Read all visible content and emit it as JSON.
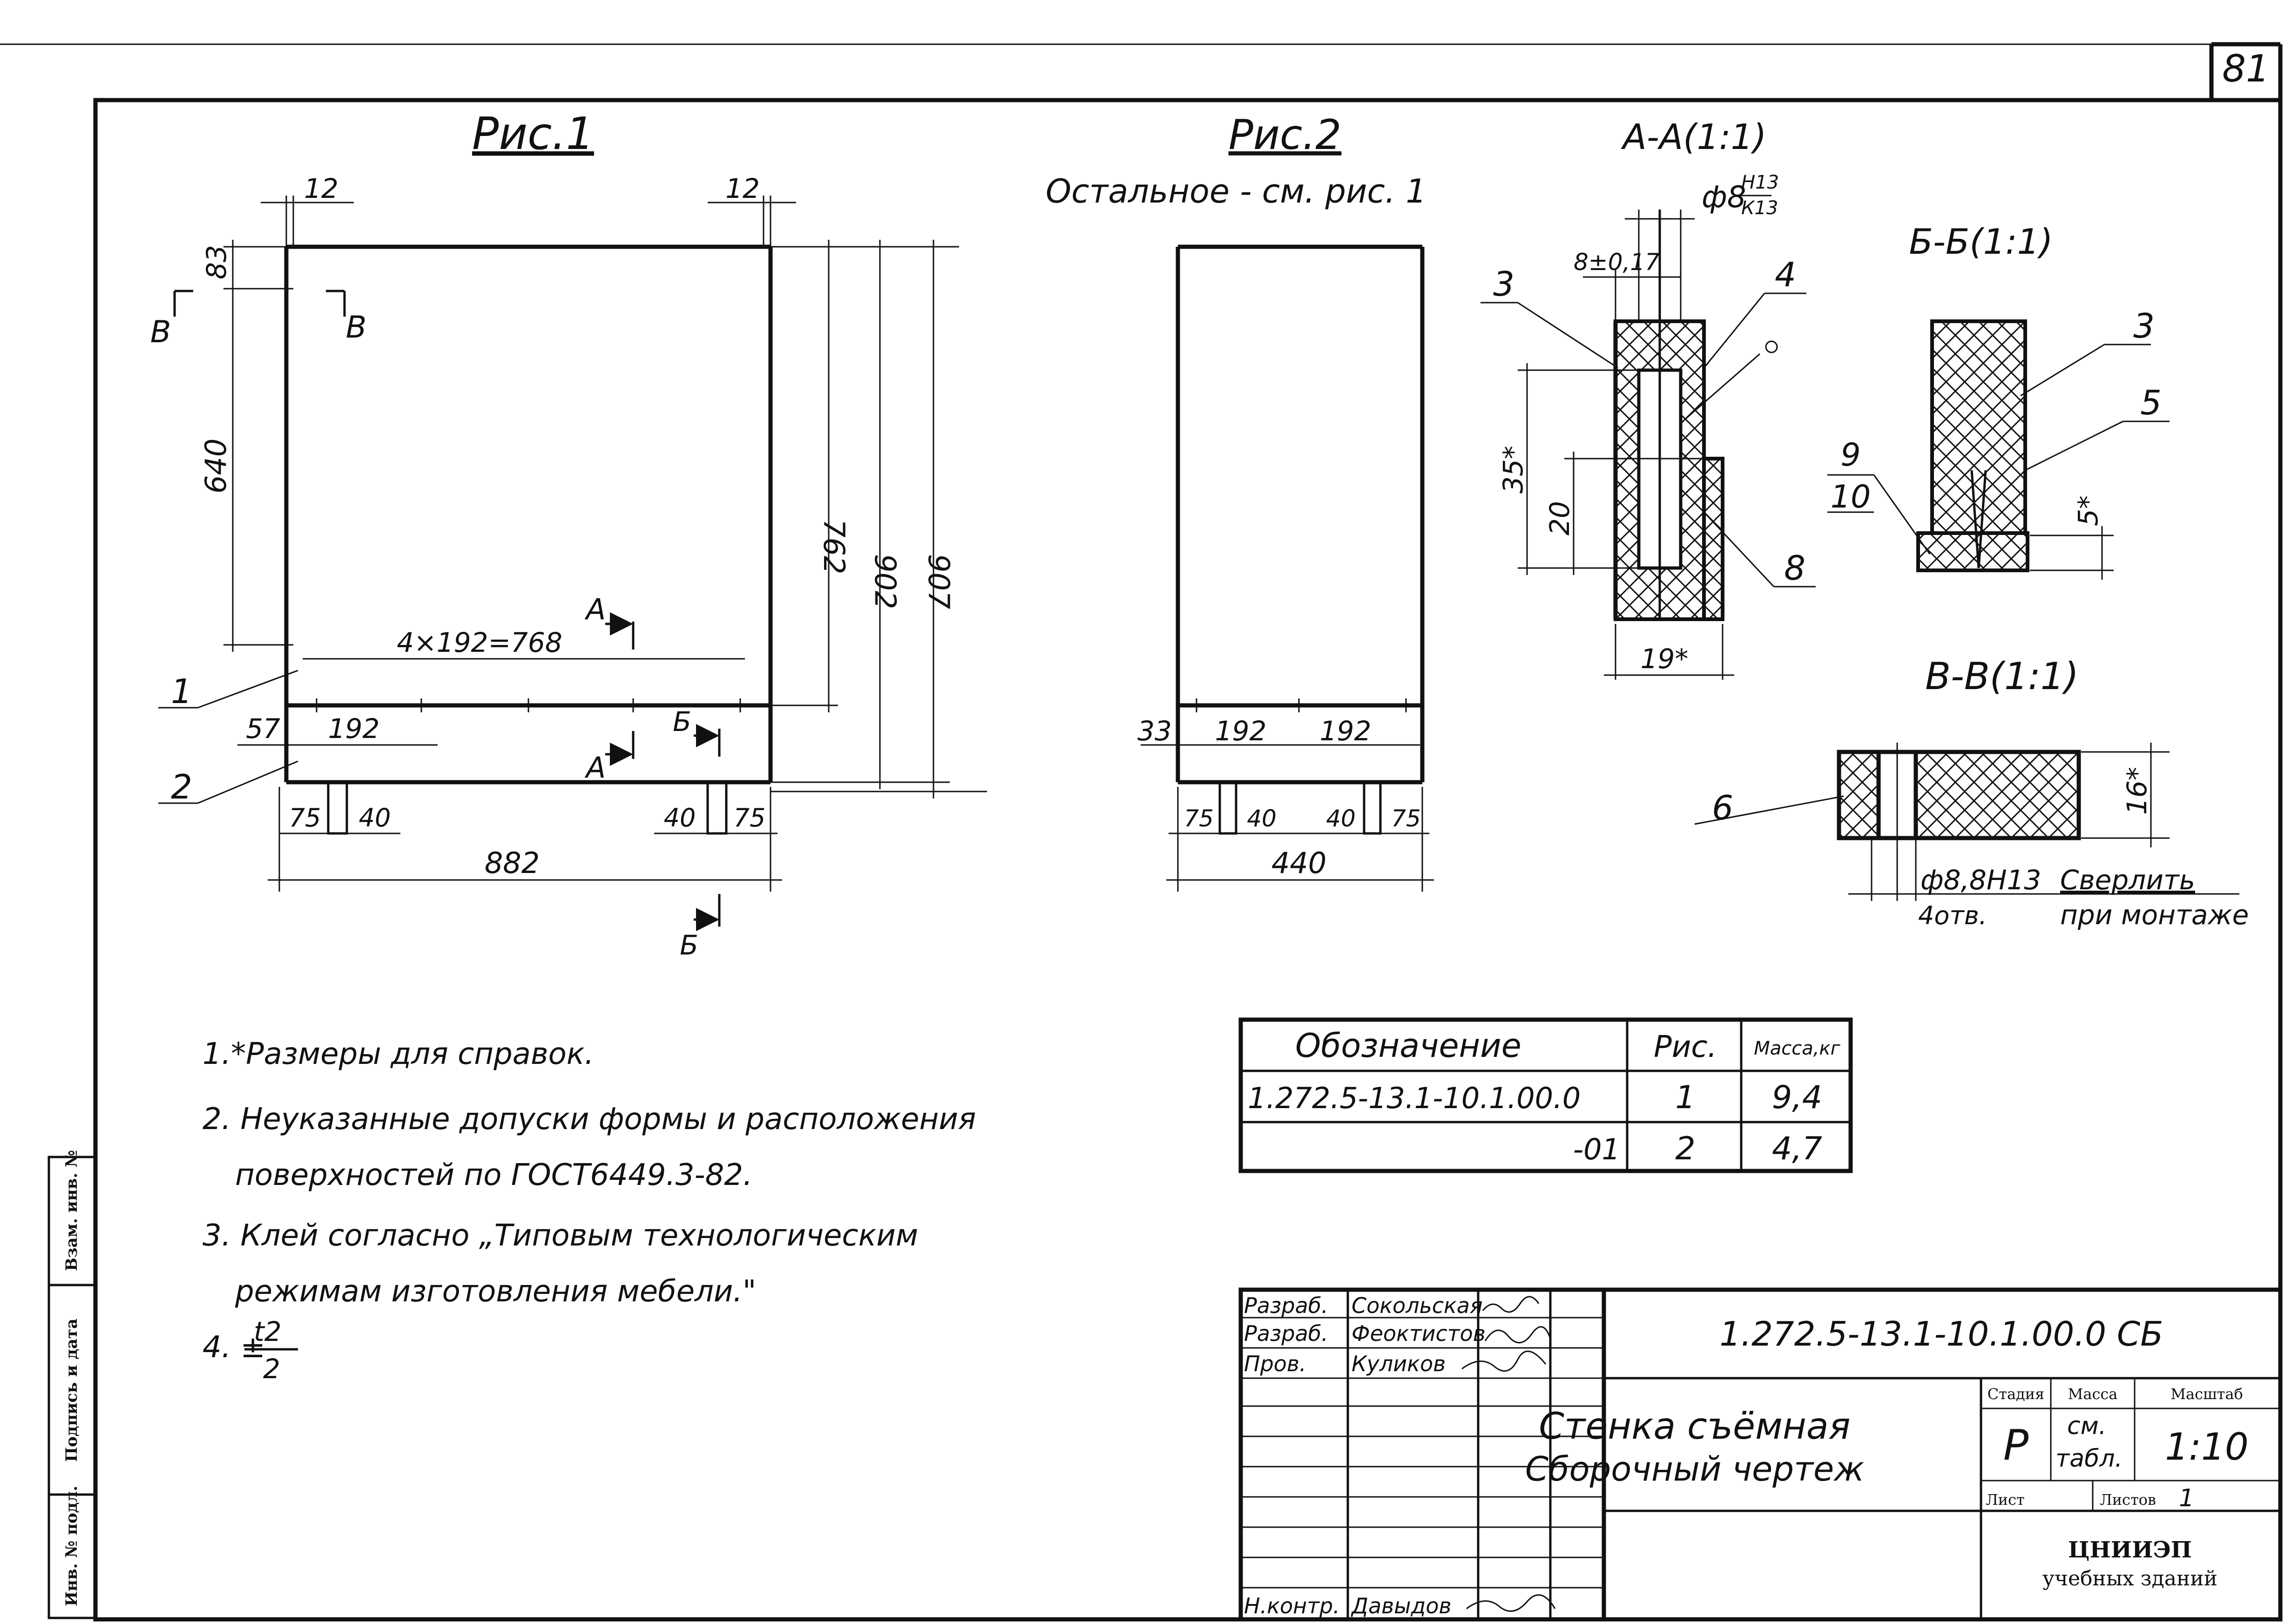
{
  "sheet_number": "81",
  "fig1": {
    "title": "Рис.1",
    "dims": {
      "top_left": "12",
      "top_right": "12",
      "d83": "83",
      "d640": "640",
      "d762": "762",
      "d902": "902",
      "d907": "907",
      "pitch": "4×192=768",
      "d57": "57",
      "d192": "192",
      "d75a": "75",
      "d40a": "40",
      "d40b": "40",
      "d75b": "75",
      "d882": "882"
    },
    "sections": {
      "v_left": "В",
      "v_right": "В",
      "a_top": "А",
      "a_bot": "А",
      "b_top": "Б",
      "b_bot": "Б"
    },
    "callouts": {
      "c1": "1",
      "c2": "2"
    }
  },
  "fig2": {
    "title": "Рис.2",
    "subtitle": "Остальное - см. рис. 1",
    "dims": {
      "d33": "33",
      "d192a": "192",
      "d192b": "192",
      "d75a": "75",
      "d40a": "40",
      "d40b": "40",
      "d75b": "75",
      "d440": "440"
    }
  },
  "section_aa": {
    "title": "А-А(1:1)",
    "hole": "ф8",
    "tol_top": "Н13",
    "tol_bot": "К13",
    "d8": "8±0,17",
    "d35": "35*",
    "d20": "20",
    "d19": "19*",
    "callouts": {
      "c3": "3",
      "c4": "4",
      "c8": "8"
    }
  },
  "section_bb": {
    "title": "Б-Б(1:1)",
    "d5": "5*",
    "callouts": {
      "c3": "3",
      "c5": "5",
      "c9": "9",
      "c10": "10"
    }
  },
  "section_vv": {
    "title": "В-В(1:1)",
    "d16": "16*",
    "c6": "6",
    "hole_note": "ф8,8Н13",
    "drill_note": "Сверлить",
    "count_note": "4отв.",
    "mount_note": "при монтаже"
  },
  "notes": [
    "1.*Размеры для справок.",
    "2. Неуказанные допуски формы и расположения",
    "поверхностей по ГОСТ6449.3-82.",
    "3. Клей согласно „Типовым технологическим",
    "режимам изготовления мебели.\"",
    "4. ±"
  ],
  "note4_frac": {
    "num": "t2",
    "den": "2"
  },
  "spec_table": {
    "headers": [
      "Обозначение",
      "Рис.",
      "Масса,кг"
    ],
    "rows": [
      [
        "1.272.5-13.1-10.1.00.0",
        "1",
        "9,4"
      ],
      [
        "-01",
        "2",
        "4,7"
      ]
    ]
  },
  "title_block": {
    "code": "1.272.5-13.1-10.1.00.0 СБ",
    "name_line1": "Стенка съёмная",
    "name_line2": "Сборочный чертеж",
    "roles": [
      "Разраб.",
      "Разраб.",
      "Пров.",
      "Н.контр."
    ],
    "people": [
      "Сокольская",
      "Феоктистов",
      "Куликов",
      "Давыдов"
    ],
    "stage_label": "Стадия",
    "mass_label": "Масса",
    "scale_label": "Масштаб",
    "stage": "Р",
    "mass_l1": "см.",
    "mass_l2": "табл.",
    "scale": "1:10",
    "sheet_label": "Лист",
    "sheets_label": "Листов",
    "sheets": "1",
    "org_l1": "ЦНИИЭП",
    "org_l2": "учебных зданий"
  },
  "side_stamp": [
    "Взам. инв. №",
    "Подпись и дата",
    "Инв. № подл."
  ]
}
